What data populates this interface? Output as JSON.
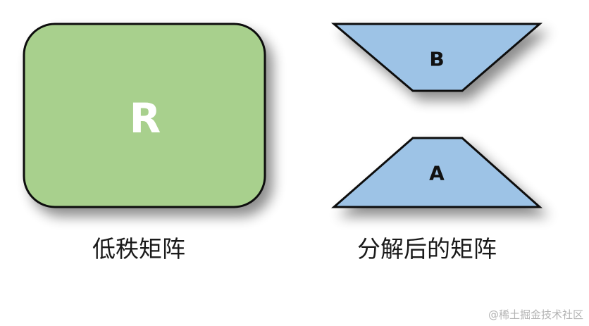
{
  "low_rank_matrix": {
    "label": "R",
    "caption": "低秩矩阵",
    "fill_color": "#a8d08d"
  },
  "decomposed_matrices": {
    "top": {
      "label": "B",
      "fill_color": "#9dc3e6"
    },
    "bottom": {
      "label": "A",
      "fill_color": "#9dc3e6"
    },
    "caption": "分解后的矩阵"
  },
  "watermark": "@稀土掘金技术社区"
}
